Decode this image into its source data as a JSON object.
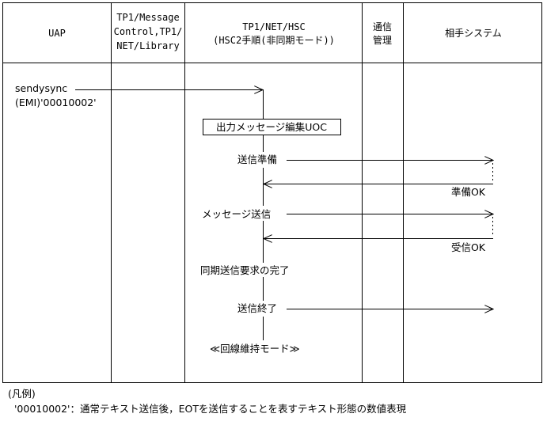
{
  "headers": {
    "uap": "UAP",
    "tp1_message_line1": "TP1/Message",
    "tp1_message_line2": "Control,TP1/",
    "tp1_message_line3": "NET/Library",
    "tp1_net_line1": "TP1/NET/HSC",
    "tp1_net_line2": "(HSC2手順(非同期モード))",
    "comm_line1": "通信",
    "comm_line2": "管理",
    "partner": "相手システム"
  },
  "flow": {
    "sendysync_line1": "sendysync",
    "sendysync_line2": "(EMI)'00010002'",
    "uoc_box": "出力メッセージ編集UOC",
    "send_prepare": "送信準備",
    "prepare_ok": "準備OK",
    "message_send": "メッセージ送信",
    "receive_ok": "受信OK",
    "sync_complete": "同期送信要求の完了",
    "send_end": "送信終了",
    "maintain_mode": "≪回線維持モード≫"
  },
  "legend": {
    "title": "(凡例)",
    "text": "'00010002'：通常テキスト送信後，EOTを送信することを表すテキスト形態の数値表現"
  }
}
